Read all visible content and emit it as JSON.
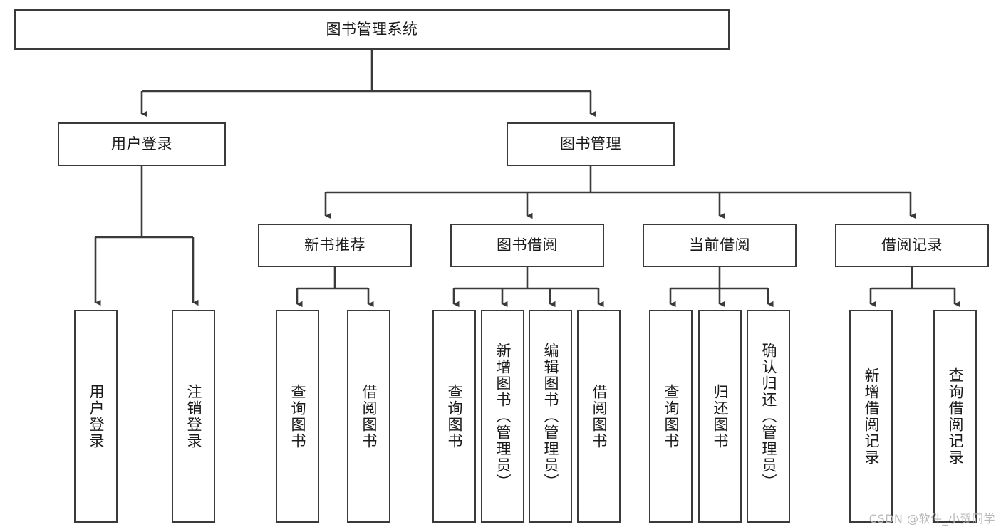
{
  "diagram": {
    "title": "图书管理系统",
    "type": "tree-hierarchy-chart",
    "colors": {
      "box_border": "#3a3a3a",
      "box_fill": "#ffffff",
      "connector": "#3a3a3a",
      "text": "#1a1a1a",
      "watermark": "#b9b9b9",
      "background": "#ffffff"
    },
    "root": {
      "label": "图书管理系统"
    },
    "level1": [
      {
        "label": "用户登录"
      },
      {
        "label": "图书管理"
      }
    ],
    "level2": [
      {
        "label": "新书推荐"
      },
      {
        "label": "图书借阅"
      },
      {
        "label": "当前借阅"
      },
      {
        "label": "借阅记录"
      }
    ],
    "leaves": {
      "user_login": [
        {
          "label": "用户登录"
        },
        {
          "label": "注销登录"
        }
      ],
      "new_book_recommend": [
        {
          "label": "查询图书"
        },
        {
          "label": "借阅图书"
        }
      ],
      "book_borrow": [
        {
          "label": "查询图书"
        },
        {
          "label": "新增图书（管理员）"
        },
        {
          "label": "编辑图书（管理员）"
        },
        {
          "label": "借阅图书"
        }
      ],
      "current_borrow": [
        {
          "label": "查询图书"
        },
        {
          "label": "归还图书"
        },
        {
          "label": "确认归还（管理员）"
        }
      ],
      "borrow_record": [
        {
          "label": "新增借阅记录"
        },
        {
          "label": "查询借阅记录"
        }
      ]
    }
  },
  "watermark": {
    "text": "CSDN @软件_小贺同学"
  }
}
